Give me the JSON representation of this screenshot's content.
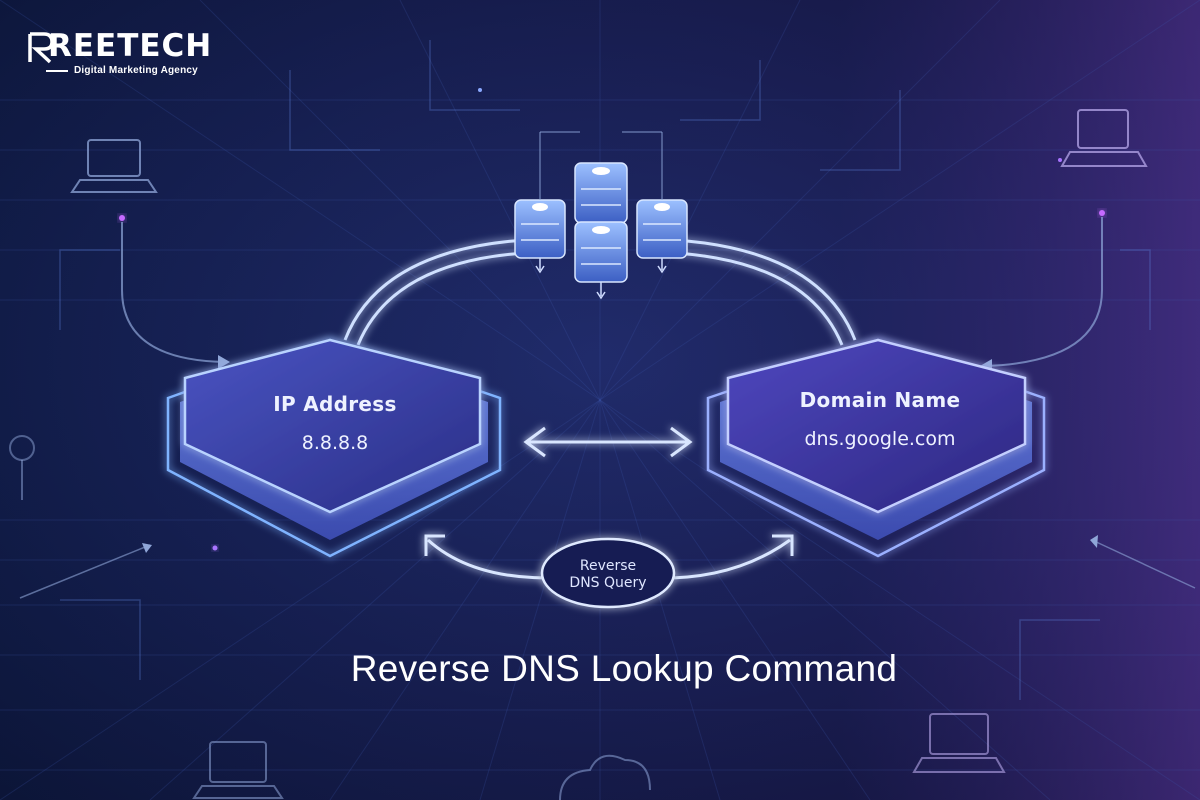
{
  "brand": {
    "logo_word": "REETECH",
    "tagline": "Digital Marketing Agency"
  },
  "left_node": {
    "title": "IP Address",
    "value": "8.8.8.8"
  },
  "right_node": {
    "title": "Domain Name",
    "value": "dns.google.com"
  },
  "query_badge": {
    "line1": "Reverse",
    "line2": "DNS Query"
  },
  "caption": "Reverse DNS Lookup Command",
  "colors": {
    "background": "#0b1230",
    "accent_glow": "#7fb3ff",
    "hex_fill": "#3b3f9e",
    "purple_tint": "#6a3fb8",
    "text": "#ffffff"
  },
  "icons": [
    "server-stack-icon",
    "laptop-icon",
    "bidirectional-arrow-icon",
    "curved-arrow-icon",
    "cloud-icon"
  ]
}
